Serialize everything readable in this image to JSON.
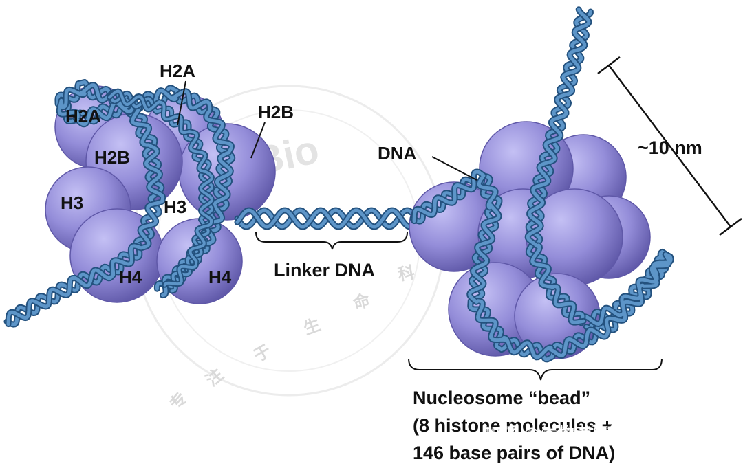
{
  "colors": {
    "histone_light": "#b7b2ee",
    "histone_mid": "#8f88d8",
    "histone_dark": "#5f58a8",
    "dna_dark": "#23517e",
    "dna_light": "#5d95c8",
    "label": "#111111"
  },
  "labels": {
    "h2a_top": "H2A",
    "h2a_left": "H2A",
    "h2b_left": "H2B",
    "h2b_right": "H2B",
    "h3_left": "H3",
    "h3_center": "H3",
    "h4_left": "H4",
    "h4_right": "H4",
    "dna": "DNA",
    "linker_dna": "Linker DNA",
    "size": "~10 nm",
    "nucleosome_line1": "Nucleosome “bead”",
    "nucleosome_line2": "(8 histone molecules +",
    "nucleosome_line3": "146 base pairs of DNA)"
  },
  "watermark": {
    "bio": "Bio",
    "chars": [
      "专",
      "注",
      "于",
      "生",
      "命",
      "科"
    ],
    "credit": "知乎 @生物考研注定学姐"
  }
}
